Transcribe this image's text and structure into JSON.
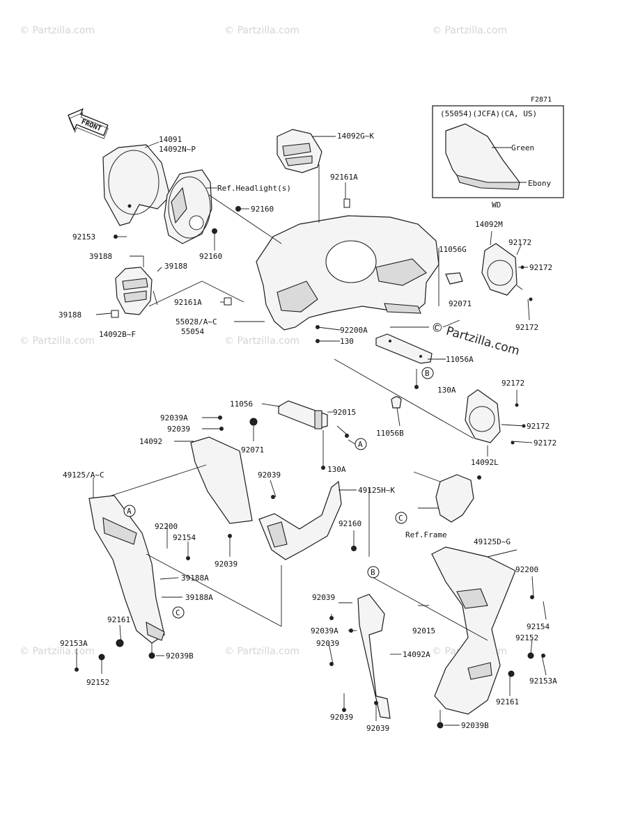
{
  "diagram_code": "F2871",
  "front_label": "FRONT",
  "variant_box": {
    "title": "(55054)(JCFA)(CA, US)",
    "color_1": "Green",
    "color_2": "Ebony",
    "caption": "WD"
  },
  "watermarks": {
    "small": "© Partzilla.com",
    "large": "© Partzilla.com"
  },
  "labels": {
    "l14091": "14091",
    "l14092np": "14092N~P",
    "l14092gk": "14092G~K",
    "refHeadlight": "Ref.Headlight(s)",
    "l92161a_top": "92161A",
    "l92160_a": "92160",
    "l92153_top": "92153",
    "l92160_b": "92160",
    "l39188_a": "39188",
    "l39188_b": "39188",
    "l39188_c": "39188",
    "l14092bf": "14092B~F",
    "l92161a_mid": "92161A",
    "l55028": "55028/A~C",
    "l55054": "55054",
    "l14092m": "14092M",
    "l92172_a": "92172",
    "l92172_b": "92172",
    "l92172_c": "92172",
    "l11056g": "11056G",
    "l92071_r": "92071",
    "l92200a": "92200A",
    "l130": "130",
    "l11056a": "11056A",
    "l130a_top": "130A",
    "l92172_d": "92172",
    "l92172_e": "92172",
    "l92172_f": "92172",
    "l14092l": "14092L",
    "l11056": "11056",
    "l92015_top": "92015",
    "l11056b": "11056B",
    "l92039a_top": "92039A",
    "l92039_a": "92039",
    "l14092": "14092",
    "l92071_l": "92071",
    "l130a_mid": "130A",
    "l49125ac": "49125/A~C",
    "l92039_b": "92039",
    "l49125hk": "49125H~K",
    "l92200": "92200",
    "l92154_l": "92154",
    "l92160_c": "92160",
    "refFrame": "Ref.Frame",
    "l92039_c": "92039",
    "l39188a_a": "39188A",
    "l39188a_b": "39188A",
    "l49125dg": "49125D~G",
    "l92200_r": "92200",
    "l92154_r": "92154",
    "l92161_l": "92161",
    "l92039_d": "92039",
    "l92039a_bot": "92039A",
    "l92039_e": "92039",
    "l92015_bot": "92015",
    "l14092a": "14092A",
    "l92152_r": "92152",
    "l92153a_r": "92153A",
    "l92153a_l": "92153A",
    "l92039b_l": "92039B",
    "l92152_l": "92152",
    "l92161_r": "92161",
    "l92039_f": "92039",
    "l92039_g": "92039",
    "l92039b_r": "92039B"
  },
  "callouts": {
    "a": "A",
    "b": "B",
    "c": "C"
  }
}
